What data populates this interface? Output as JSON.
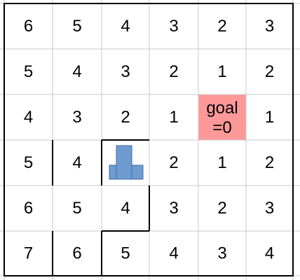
{
  "grid": {
    "rows": [
      [
        "6",
        "5",
        "4",
        "3",
        "2",
        "3"
      ],
      [
        "5",
        "4",
        "3",
        "2",
        "1",
        "2"
      ],
      [
        "4",
        "3",
        "2",
        "1",
        "goal\n=0",
        "1"
      ],
      [
        "5",
        "4",
        "",
        "2",
        "1",
        "2"
      ],
      [
        "6",
        "5",
        "4",
        "3",
        "2",
        "3"
      ],
      [
        "7",
        "6",
        "5",
        "4",
        "3",
        "4"
      ]
    ],
    "goal": {
      "row": 2,
      "col": 4,
      "line1": "goal",
      "line2": "=0",
      "color": "#ff9999"
    },
    "robot": {
      "row": 3,
      "col": 2,
      "color": "#6f9bd1",
      "stroke": "#3d6ea8",
      "icon": "robot-icon"
    },
    "colors": {
      "grid_line": "#c8c8c8",
      "wall": "#000000",
      "text": "#000000"
    }
  }
}
